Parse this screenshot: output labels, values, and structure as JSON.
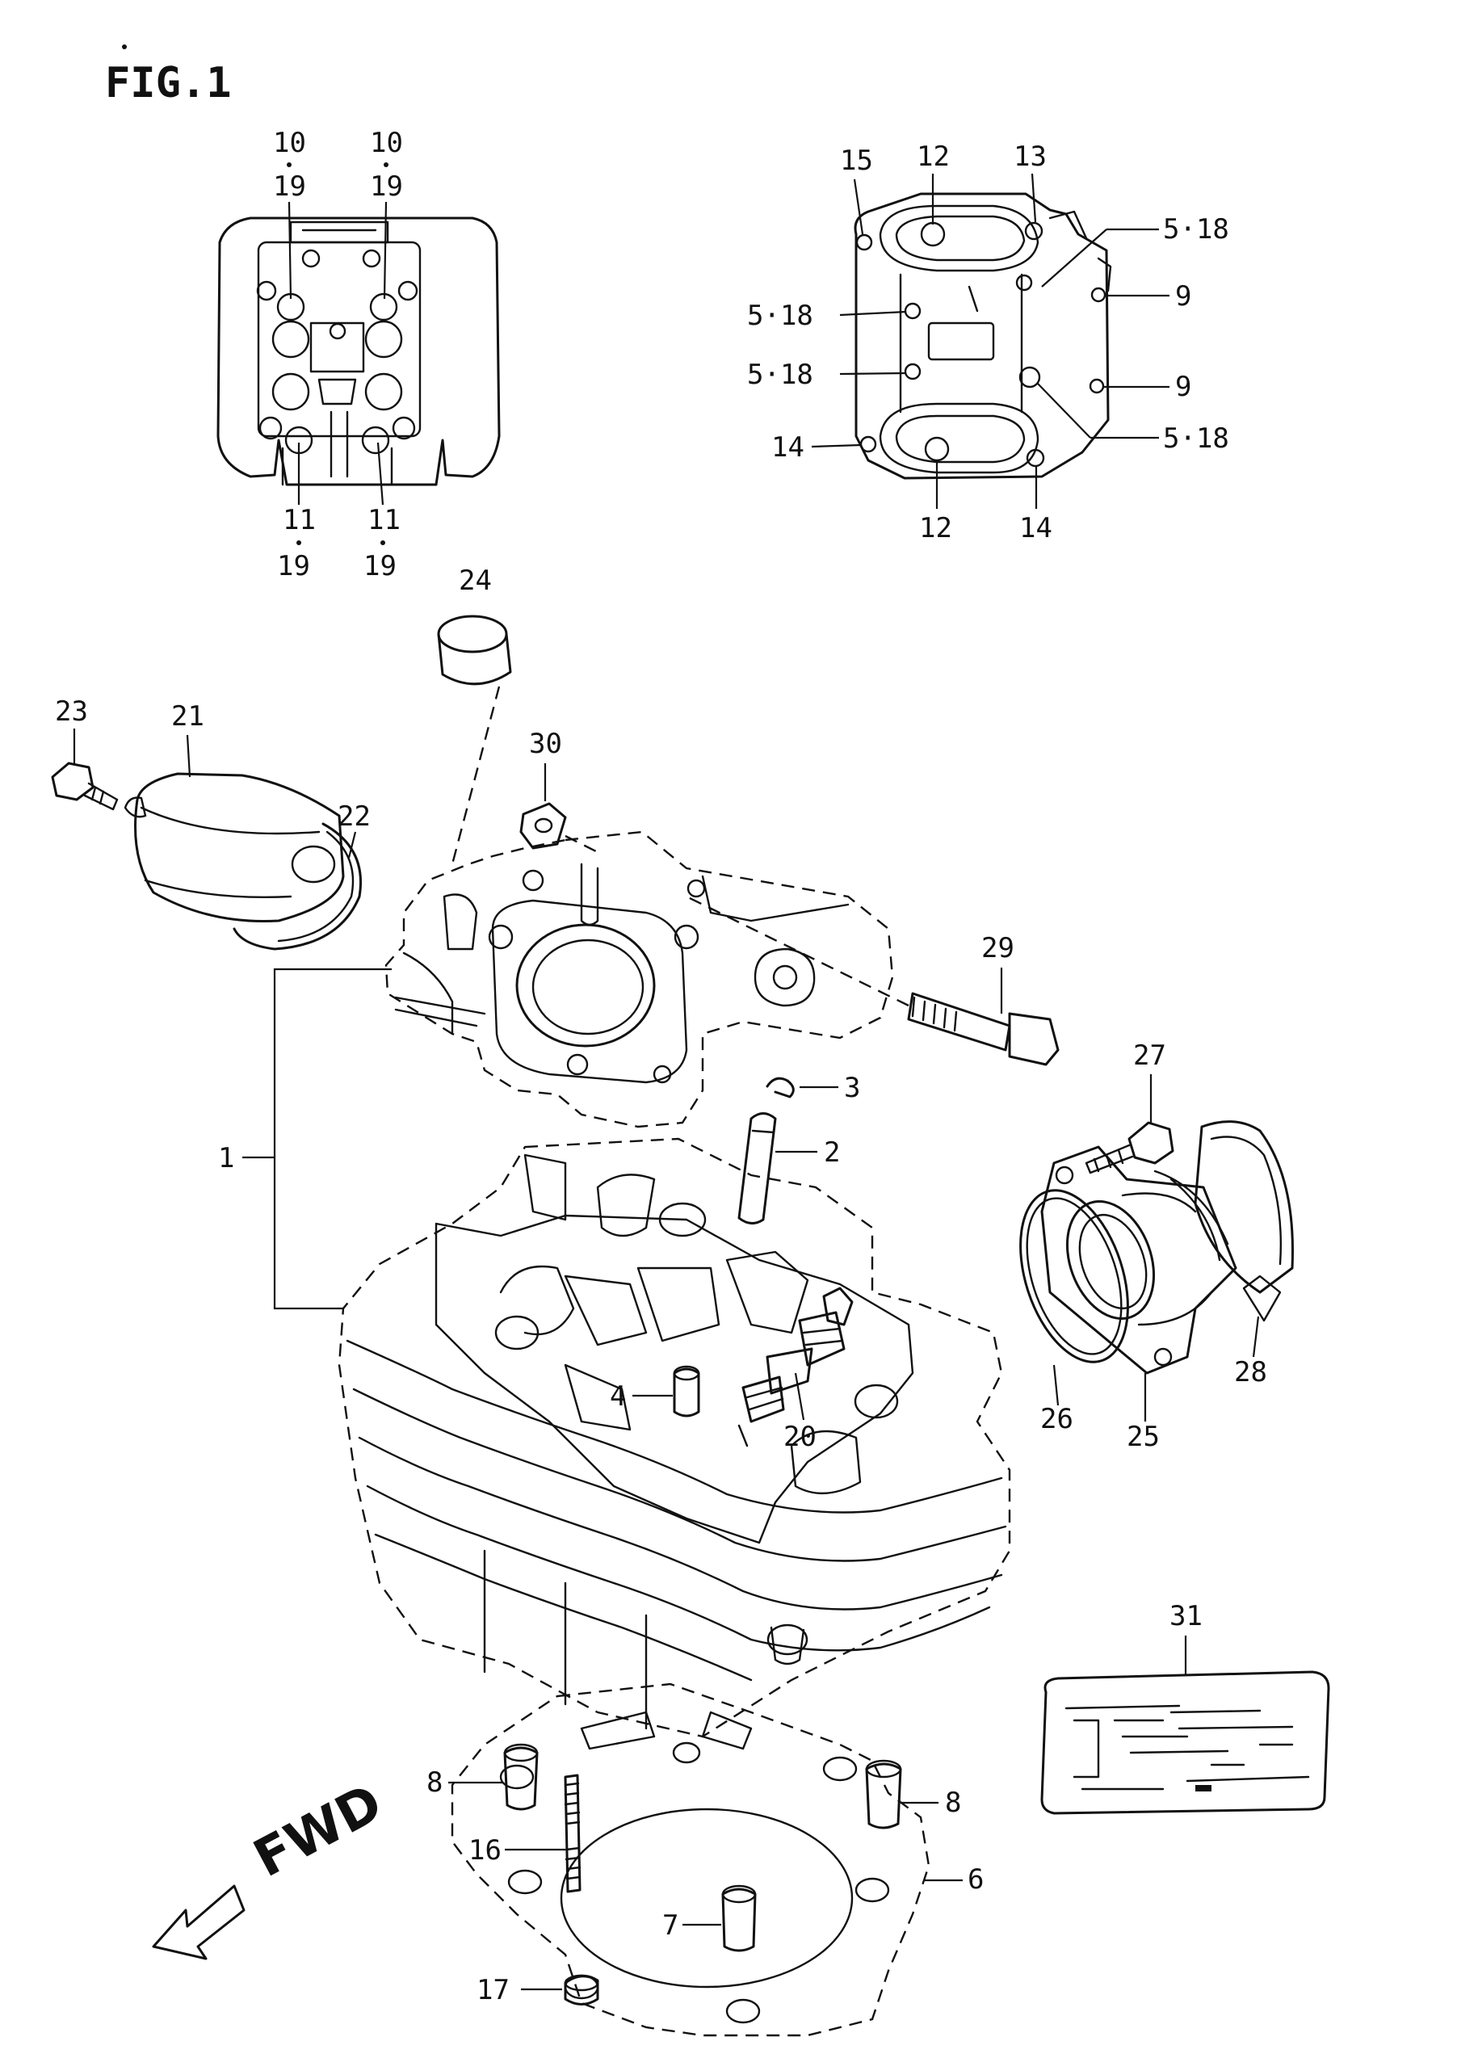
{
  "title": "FIG.1",
  "direction_label": "FWD",
  "inset_left": {
    "top_labels": [
      "10",
      "19",
      "10",
      "19"
    ],
    "bottom_labels": [
      "11",
      "19",
      "11",
      "19"
    ]
  },
  "inset_right": {
    "labels": [
      "15",
      "12",
      "13",
      "5·18",
      "5·18",
      "9",
      "5·18",
      "9",
      "14",
      "5·18",
      "12",
      "14"
    ]
  },
  "callouts": [
    "24",
    "23",
    "21",
    "22",
    "30",
    "29",
    "1",
    "3",
    "2",
    "27",
    "4",
    "20",
    "26",
    "25",
    "28",
    "31",
    "8",
    "8",
    "16",
    "6",
    "7",
    "17"
  ]
}
